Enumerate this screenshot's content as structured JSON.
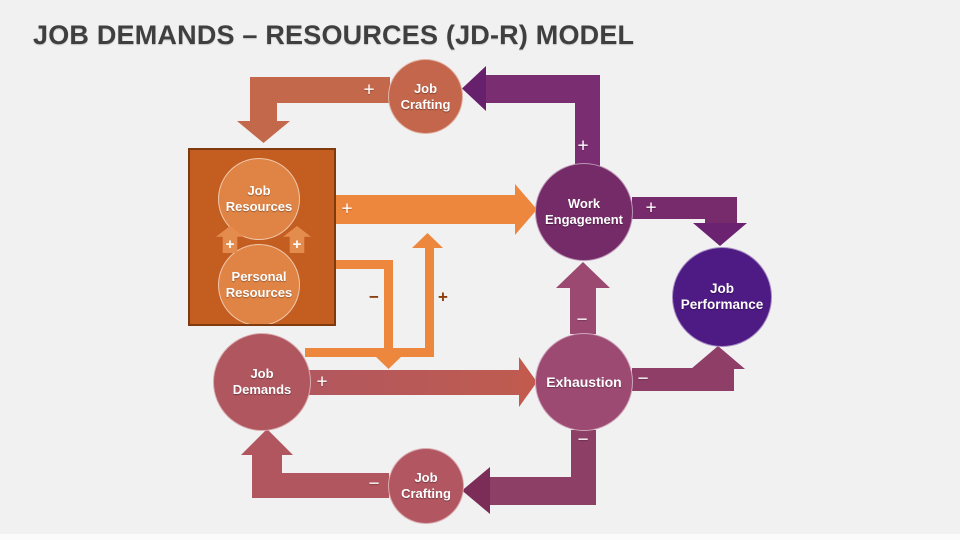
{
  "title": "JOB DEMANDS – RESOURCES (JD-R) MODEL",
  "nodes": {
    "job_crafting_top": {
      "label": "Job Crafting",
      "color": "#C4664B"
    },
    "job_resources": {
      "label": "Job Resources",
      "color": "#DF8445"
    },
    "personal_resources": {
      "label": "Personal Resources",
      "color": "#DF8445"
    },
    "job_demands": {
      "label": "Job Demands",
      "color": "#B0565F"
    },
    "work_engagement": {
      "label": "Work Engagement",
      "color": "#752B68"
    },
    "exhaustion": {
      "label": "Exhaustion",
      "color": "#9D4A72"
    },
    "job_performance": {
      "label": "Job Performance",
      "color": "#4E1A84"
    },
    "job_crafting_bottom": {
      "label": "Job Crafting",
      "color": "#B25761"
    }
  },
  "edges": {
    "crafting_top_to_resources": {
      "sign": "+",
      "color": "#C4684B"
    },
    "engagement_to_crafting_top": {
      "sign": "+",
      "color": "#7B2D72"
    },
    "resources_to_engagement": {
      "sign": "+",
      "color": "#EE873E"
    },
    "engagement_to_performance": {
      "sign": "+",
      "color": "#782B6C"
    },
    "resources_buffer_demands": {
      "sign": "−",
      "color": "#EE873E"
    },
    "demands_boost": {
      "sign": "+",
      "color": "#EE873E"
    },
    "demands_to_exhaustion": {
      "sign": "+",
      "color": "#B2575F"
    },
    "exhaustion_to_engagement": {
      "sign": "−",
      "color": "#9B4971"
    },
    "exhaustion_to_performance": {
      "sign": "−",
      "color": "#8F3F67"
    },
    "exhaustion_to_crafting_bottom": {
      "sign": "−",
      "color": "#8D3F65"
    },
    "crafting_bottom_to_demands": {
      "sign": "−",
      "color": "#B1555E"
    },
    "resources_internal_left": {
      "sign": "+",
      "color": "#E48C4E"
    },
    "resources_internal_right": {
      "sign": "+",
      "color": "#E48C4E"
    }
  },
  "colors": {
    "background": "#F1F1F2",
    "title_text": "#3F3F3F",
    "resources_box_fill": "#C45E20",
    "resources_box_border": "#7F3A10",
    "sign_dark": "#8B3F10"
  }
}
